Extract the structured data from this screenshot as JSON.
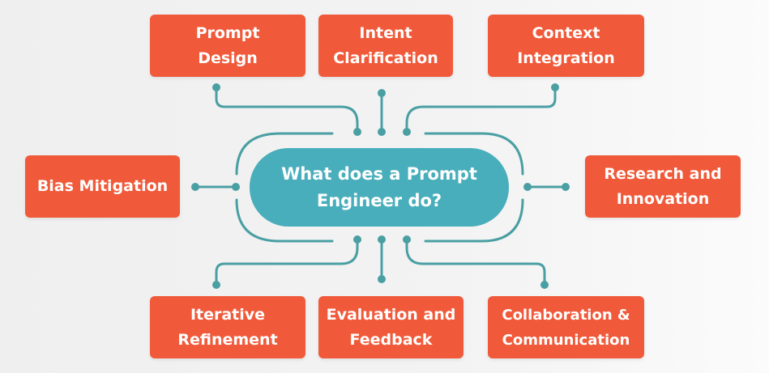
{
  "center": {
    "title": "What does a Prompt\nEngineer do?"
  },
  "roles": [
    {
      "label": "Prompt\nDesign"
    },
    {
      "label": "Intent\nClarification"
    },
    {
      "label": "Context\nIntegration"
    },
    {
      "label": "Bias Mitigation"
    },
    {
      "label": "Research and\nInnovation"
    },
    {
      "label": "Iterative\nRefinement"
    },
    {
      "label": "Evaluation and\nFeedback"
    },
    {
      "label": "Collaboration &\nCommunication"
    }
  ],
  "colors": {
    "box": "#f05a3a",
    "teal": "#49aebb",
    "connector": "#4a9fa3"
  }
}
